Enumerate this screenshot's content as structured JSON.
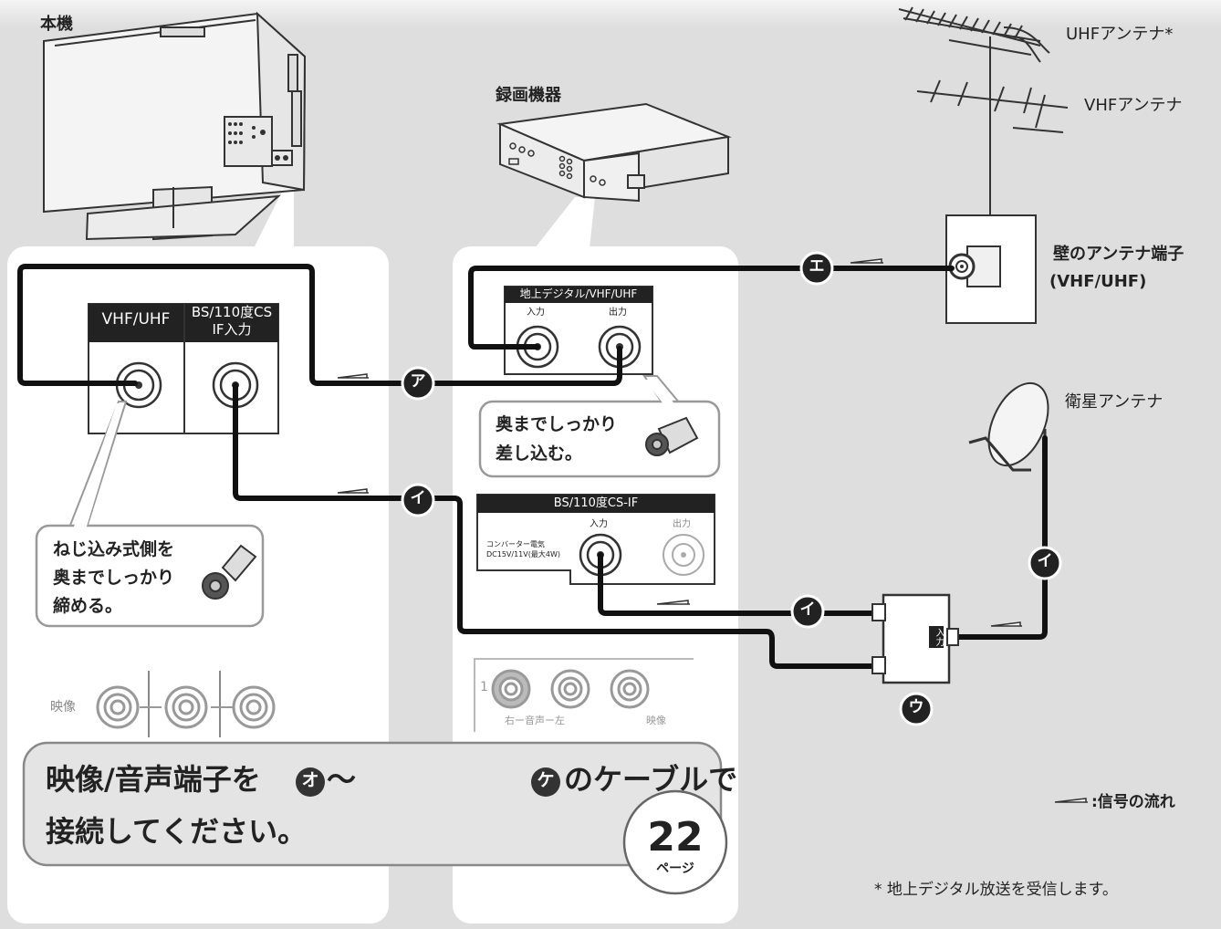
{
  "labels": {
    "main_unit": "本機",
    "recorder": "録画機器",
    "uhf_antenna": "UHFアンテナ*",
    "vhf_antenna": "VHFアンテナ",
    "wall_terminal_line1": "壁のアンテナ端子",
    "wall_terminal_line2": "(VHF/UHF)",
    "satellite_antenna": "衛星アンテナ"
  },
  "tv_panel": {
    "vhf_uhf": "VHF/UHF",
    "bs_cs_line1": "BS/110度CS",
    "bs_cs_line2": "IF入力"
  },
  "recorder_panel": {
    "header": "地上デジタル/VHF/UHF",
    "input": "入力",
    "output": "出力"
  },
  "recorder_bs_panel": {
    "header": "BS/110度CS-IF",
    "input": "入力",
    "output": "出力",
    "power_line1": "コンバーター電気",
    "power_line2": "DC15V/11V(最大4W)"
  },
  "callouts": {
    "insert_line1": "奥までしっかり",
    "insert_line2": "差し込む。",
    "screw_line1": "ねじ込み式側を",
    "screw_line2": "奥までしっかり",
    "screw_line3": "締める。"
  },
  "markers": {
    "a": "ア",
    "i": "イ",
    "u": "ウ",
    "e": "エ",
    "o": "オ",
    "ke": "ケ"
  },
  "splitter_label": "入力",
  "av": {
    "video_label": "映像",
    "rec_number": "1",
    "rec_audio_label": "右ー音声ー左",
    "rec_video_label": "映像"
  },
  "banner": {
    "line1_prefix": "映像/音声端子を",
    "line1_tilde": "〜",
    "line1_suffix": "のケーブルで",
    "line2": "接続してください。",
    "page_number": "22",
    "page_unit": "ページ"
  },
  "legend": {
    "signal_flow": ":信号の流れ"
  },
  "footnote": "* 地上デジタル放送を受信します。",
  "colors": {
    "background": "#dedede",
    "panel": "#ffffff",
    "cable": "#111111",
    "marker": "#222222",
    "banner_bg": "#e4e4e4",
    "gray_jack": "#9a9a9a"
  }
}
